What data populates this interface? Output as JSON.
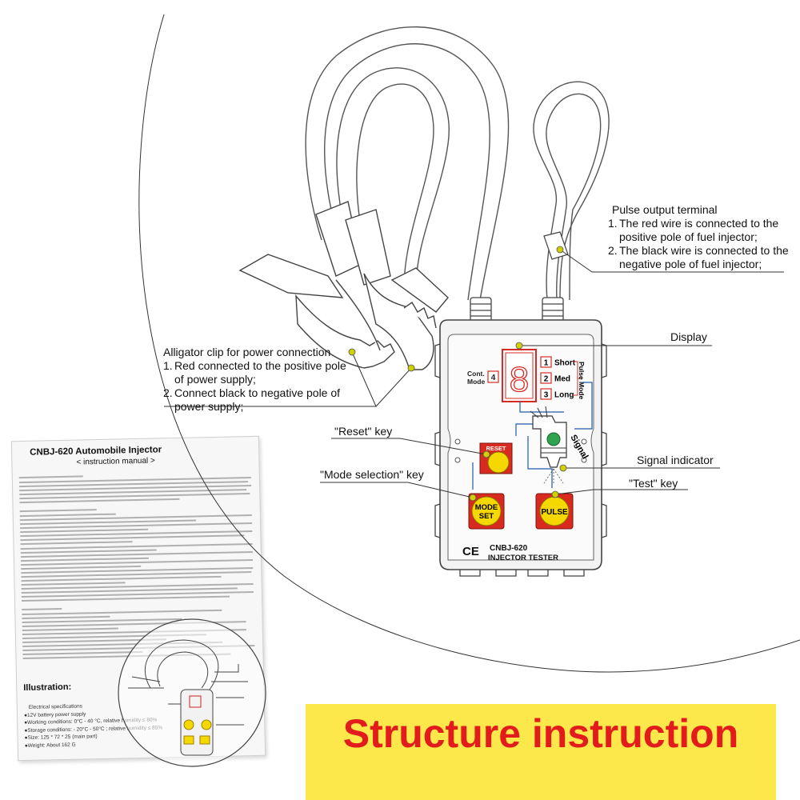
{
  "callouts": {
    "pulse_output": {
      "title": "Pulse output terminal",
      "items": [
        {
          "num": "1.",
          "text": "The red wire is connected to the positive pole of fuel injector;"
        },
        {
          "num": "2.",
          "text": "The black wire is connected to the negative pole of fuel injector;"
        }
      ]
    },
    "alligator": {
      "title": "Alligator clip for power connection",
      "items": [
        {
          "num": "1.",
          "text": "Red connected to the positive pole of power supply;"
        },
        {
          "num": "2.",
          "text": "Connect black to negative pole of power supply;"
        }
      ]
    },
    "display": "Display",
    "reset_key": "\"Reset\" key",
    "mode_selection_key": "\"Mode selection\" key",
    "signal_indicator": "Signal indicator",
    "test_key": "\"Test\" key"
  },
  "device": {
    "cont_mode_label_1": "Cont.",
    "cont_mode_label_2": "Mode",
    "cont_mode_number": "4",
    "digit": "8",
    "modes": [
      {
        "num": "1",
        "label": "Short"
      },
      {
        "num": "2",
        "label": "Med"
      },
      {
        "num": "3",
        "label": "Long"
      }
    ],
    "pulse_mode_label": "Pulse Mode",
    "reset_button": "RESET",
    "mode_button_1": "MODE",
    "mode_button_2": "SET",
    "pulse_button": "PULSE",
    "signal_label": "Signal",
    "ce_mark": "CE",
    "model": "CNBJ-620",
    "product": "INJECTOR TESTER"
  },
  "manual": {
    "title": "CNBJ-620 Automobile Injector",
    "subtitle": "< instruction manual >",
    "illustration_heading": "Illustration:",
    "spec_heading": "Electrical specifications",
    "specs": [
      "●12V battery power supply",
      "●Working conditions: 0°C - 40 °C, relative humidity ≤ 80%",
      "●Storage conditions: - 20°C - 50°C ; relative humidity ≤ 85%",
      "●Size: 125 * 72 * 25 (main part)",
      "●Weight: About 162 G"
    ]
  },
  "banner": {
    "text": "Structure instruction"
  },
  "colors": {
    "banner_bg": "#fde84b",
    "banner_text": "#e21c1c",
    "button_yellow": "#f5d800",
    "button_red": "#d92a1f",
    "led_green": "#2ea44f",
    "panel_outline": "#d72a22"
  }
}
